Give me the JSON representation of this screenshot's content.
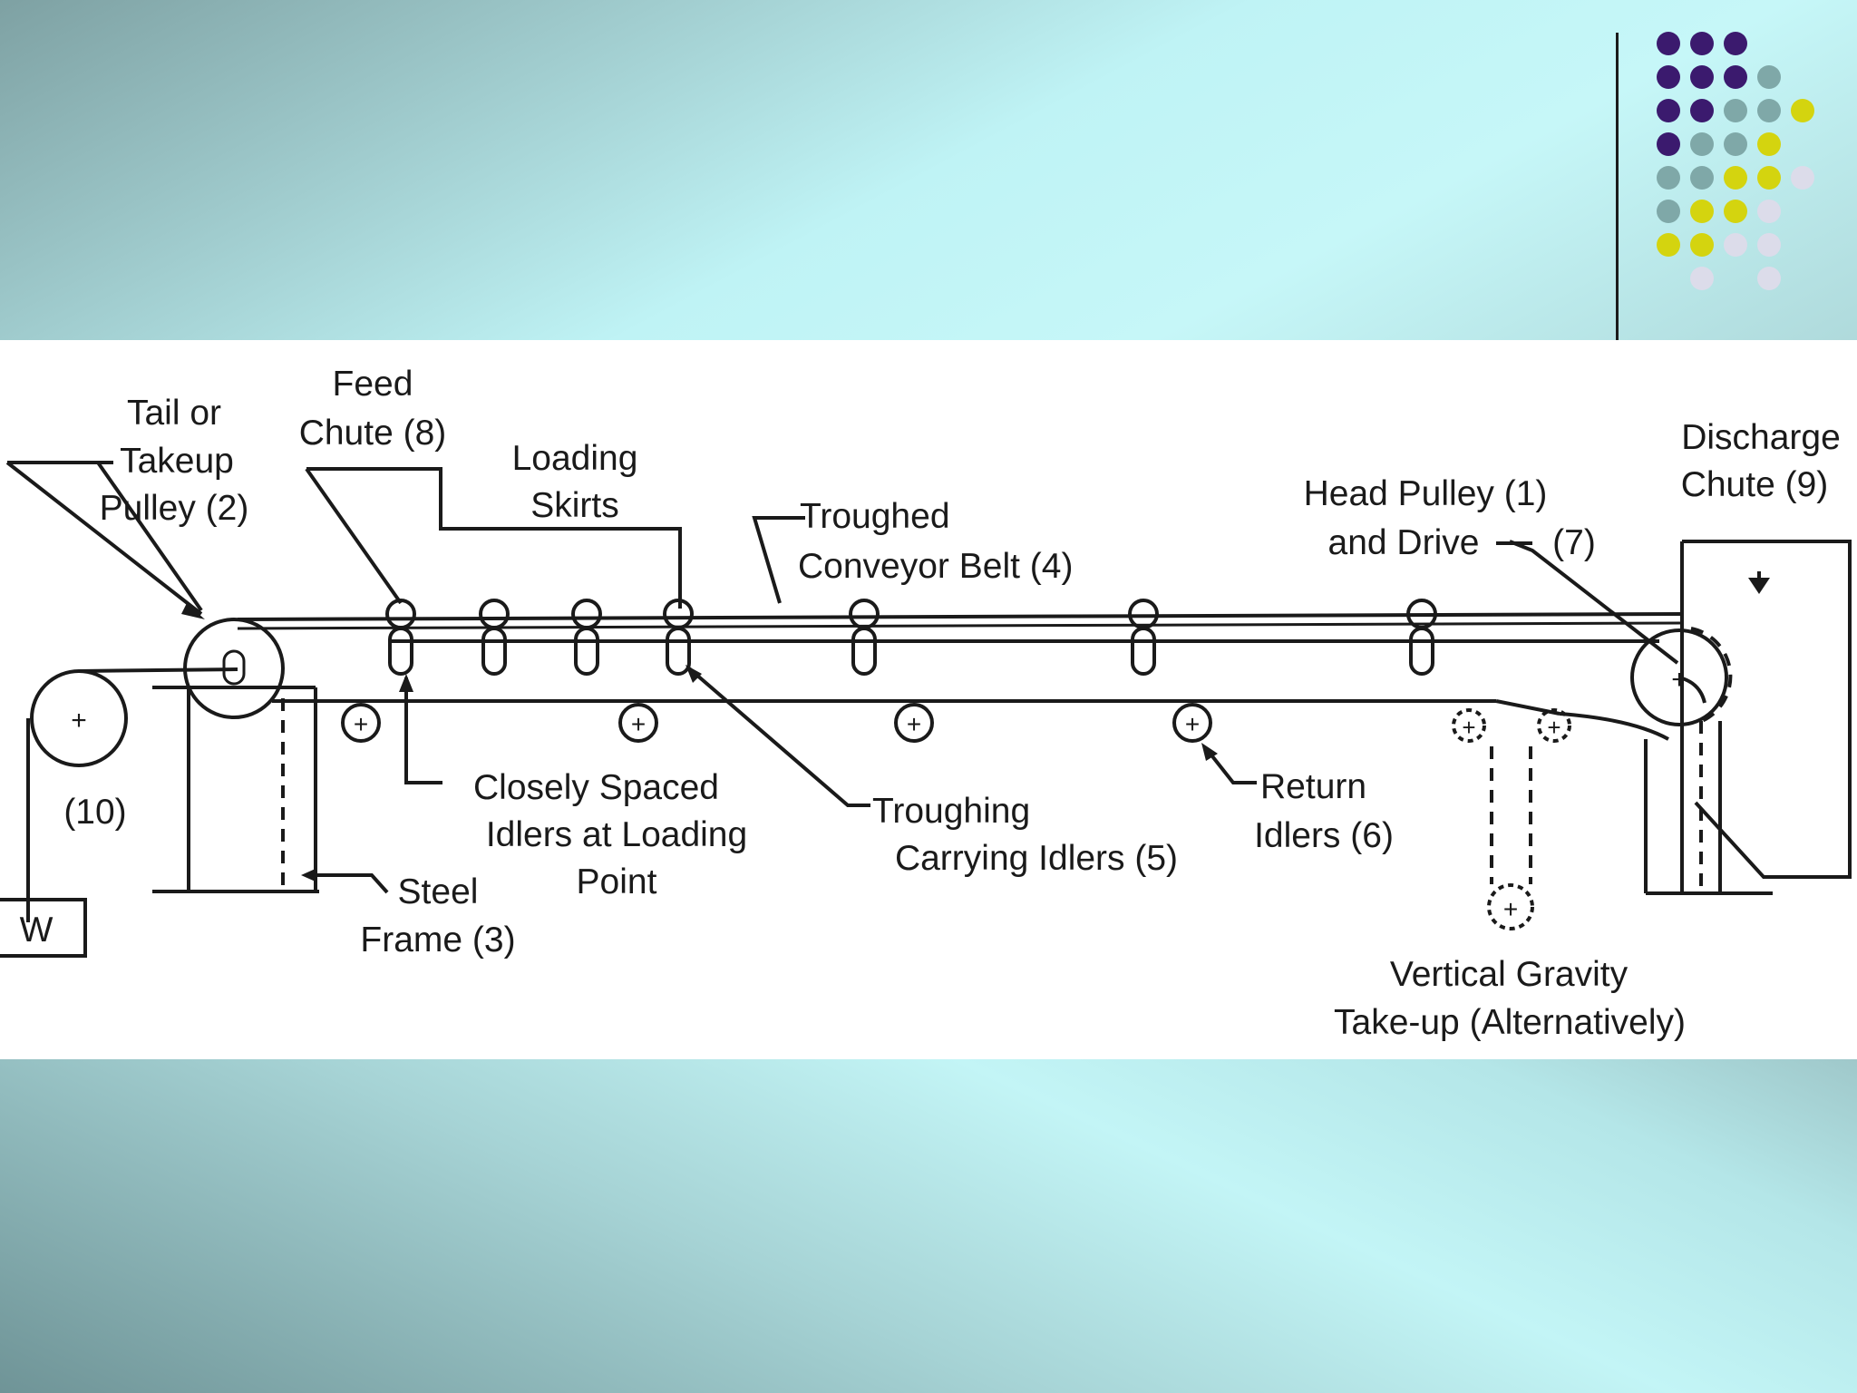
{
  "slide": {
    "theme_colors": {
      "purple": "#3b1a6e",
      "teal": "#7fa8a8",
      "yellow": "#d4d40f",
      "lavender": "#dcdcea",
      "background": "#bff3f5"
    }
  },
  "diagram": {
    "labels": {
      "tail_pulley": [
        "Tail or",
        "Takeup",
        "Pulley (2)"
      ],
      "feed_chute": [
        "Feed",
        "Chute (8)"
      ],
      "loading_skirts": [
        "Loading",
        "Skirts"
      ],
      "troughed_belt": [
        "Troughed",
        "Conveyor Belt (4)"
      ],
      "head_pulley": [
        "Head Pulley (1)",
        "and Drive"
      ],
      "drive_number": "(7)",
      "discharge_chute": [
        "Discharge",
        "Chute (9)"
      ],
      "counterweight_pulley": "(10)",
      "weight": "W",
      "closely_spaced": [
        "Closely Spaced",
        "Idlers at Loading",
        "Point"
      ],
      "steel_frame": [
        "Steel",
        "Frame (3)"
      ],
      "troughing_idlers": [
        "Troughing",
        "Carrying Idlers (5)"
      ],
      "return_idlers": [
        "Return",
        "Idlers (6)"
      ],
      "vertical_takeup": [
        "Vertical Gravity",
        "Take-up (Alternatively)"
      ]
    }
  }
}
